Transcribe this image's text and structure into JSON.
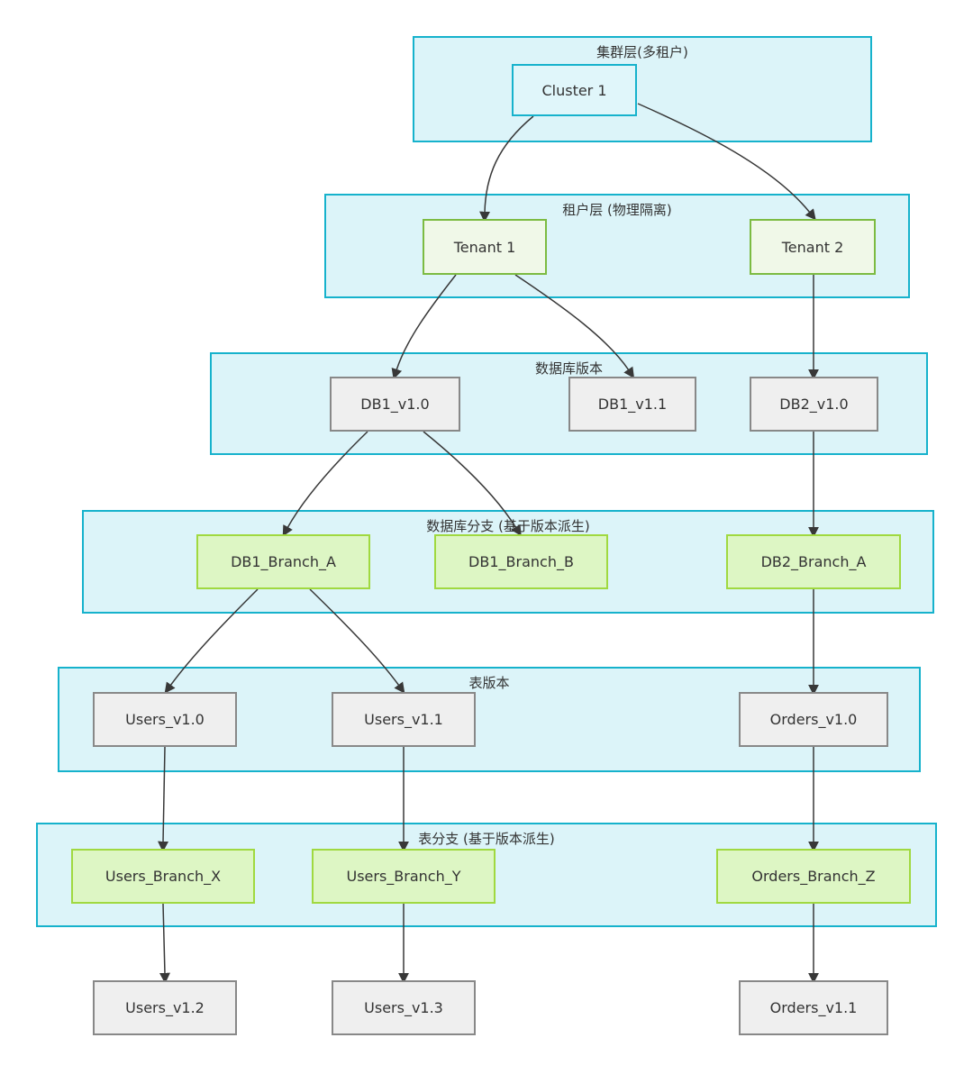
{
  "diagram_title": "",
  "colors": {
    "container_fill": "#dcf4f9",
    "container_border": "#16b2cc",
    "cluster_node_fill": "#e0f6fa",
    "tenant_node_fill": "#f0f8e8",
    "tenant_node_border": "#7cbb42",
    "version_node_fill": "#efefef",
    "version_node_border": "#888888",
    "branch_node_fill": "#ddf6c4",
    "branch_node_border": "#a0d940",
    "text": "#333333",
    "edge": "#383838"
  },
  "layers": {
    "cluster": {
      "label": "集群层(多租户)"
    },
    "tenant": {
      "label": "租户层 (物理隔离)"
    },
    "db_version": {
      "label": "数据库版本"
    },
    "db_branch": {
      "label": "数据库分支 (基于版本派生)"
    },
    "table_version": {
      "label": "表版本"
    },
    "table_branch": {
      "label": "表分支 (基于版本派生)"
    }
  },
  "nodes": {
    "cluster1": {
      "label": "Cluster 1"
    },
    "tenant1": {
      "label": "Tenant 1"
    },
    "tenant2": {
      "label": "Tenant 2"
    },
    "db1_v10": {
      "label": "DB1_v1.0"
    },
    "db1_v11": {
      "label": "DB1_v1.1"
    },
    "db2_v10": {
      "label": "DB2_v1.0"
    },
    "db1_branch_a": {
      "label": "DB1_Branch_A"
    },
    "db1_branch_b": {
      "label": "DB1_Branch_B"
    },
    "db2_branch_a": {
      "label": "DB2_Branch_A"
    },
    "users_v10": {
      "label": "Users_v1.0"
    },
    "users_v11": {
      "label": "Users_v1.1"
    },
    "orders_v10": {
      "label": "Orders_v1.0"
    },
    "users_branch_x": {
      "label": "Users_Branch_X"
    },
    "users_branch_y": {
      "label": "Users_Branch_Y"
    },
    "orders_branch_z": {
      "label": "Orders_Branch_Z"
    },
    "users_v12": {
      "label": "Users_v1.2"
    },
    "users_v13": {
      "label": "Users_v1.3"
    },
    "orders_v11": {
      "label": "Orders_v1.1"
    }
  },
  "edges": [
    {
      "from": "Cluster 1",
      "to": "Tenant 1"
    },
    {
      "from": "Cluster 1",
      "to": "Tenant 2"
    },
    {
      "from": "Tenant 1",
      "to": "DB1_v1.0"
    },
    {
      "from": "Tenant 1",
      "to": "DB1_v1.1"
    },
    {
      "from": "Tenant 2",
      "to": "DB2_v1.0"
    },
    {
      "from": "DB1_v1.0",
      "to": "DB1_Branch_A"
    },
    {
      "from": "DB1_v1.0",
      "to": "DB1_Branch_B"
    },
    {
      "from": "DB2_v1.0",
      "to": "DB2_Branch_A"
    },
    {
      "from": "DB1_Branch_A",
      "to": "Users_v1.0"
    },
    {
      "from": "DB1_Branch_A",
      "to": "Users_v1.1"
    },
    {
      "from": "DB2_Branch_A",
      "to": "Orders_v1.0"
    },
    {
      "from": "Users_v1.0",
      "to": "Users_Branch_X"
    },
    {
      "from": "Users_v1.1",
      "to": "Users_Branch_Y"
    },
    {
      "from": "Orders_v1.0",
      "to": "Orders_Branch_Z"
    },
    {
      "from": "Users_Branch_X",
      "to": "Users_v1.2"
    },
    {
      "from": "Users_Branch_Y",
      "to": "Users_v1.3"
    },
    {
      "from": "Orders_Branch_Z",
      "to": "Orders_v1.1"
    }
  ]
}
